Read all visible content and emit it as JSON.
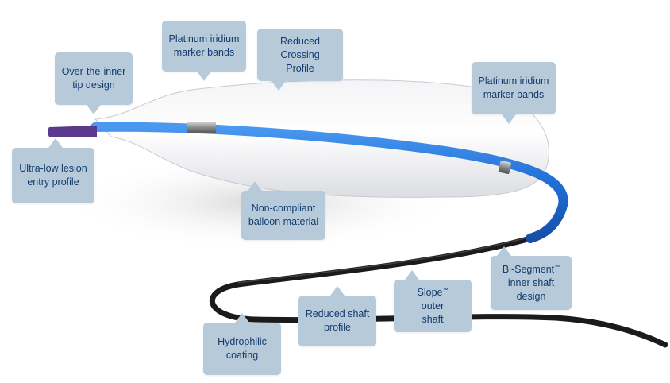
{
  "callouts": {
    "over_the_inner": [
      "Over-the-inner",
      "tip design"
    ],
    "platinum_left": [
      "Platinum  iridium",
      "marker bands"
    ],
    "reduced_crossing": [
      "Reduced",
      "Crossing",
      "Profile"
    ],
    "platinum_right": [
      "Platinum  iridium",
      "marker bands"
    ],
    "ultra_low": [
      "Ultra-low lesion",
      "entry profile"
    ],
    "non_compliant": [
      "Non-compliant",
      "balloon  material"
    ],
    "bi_segment": [
      "Bi-Segment",
      "inner shaft",
      "design"
    ],
    "bi_segment_mark": "™",
    "slope": [
      "Slope",
      "outer",
      "shaft"
    ],
    "slope_mark": "™",
    "reduced_shaft": [
      "Reduced shaft",
      "profile"
    ],
    "hydrophilic": [
      "Hydrophilic",
      "coating"
    ]
  },
  "colors": {
    "callout_bg": "#b7cad9",
    "callout_text": "#123c6e",
    "catheter_blue": "#1f6fd6",
    "tip_purple": "#5b3a8e",
    "shaft_black": "#1b1b1b"
  }
}
